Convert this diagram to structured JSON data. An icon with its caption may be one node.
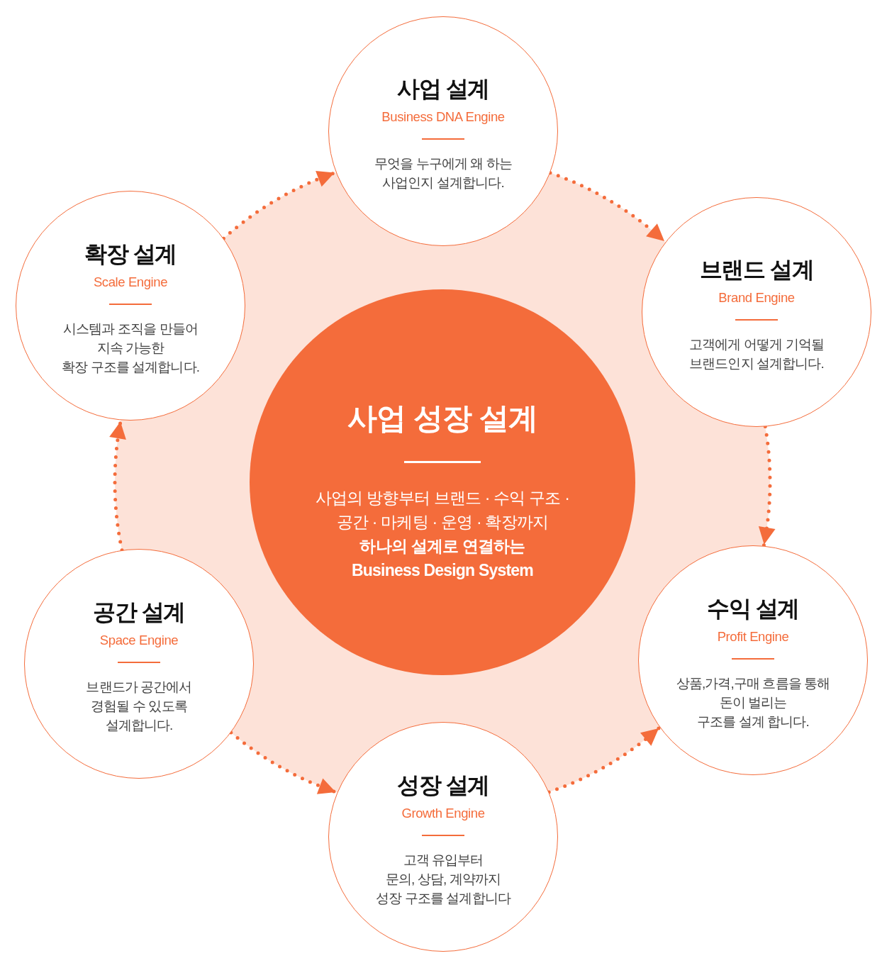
{
  "diagram": {
    "nodes": [
      {
        "text": [
          "사업 성장 설계",
          "사업의 방향부터 브랜드 · 수익 구조 · 공간 · 마케팅 · 운영 · 확장까지",
          "하나의 설계로 연결하는 Business Design System"
        ]
      },
      {
        "text": [
          "사업 설계",
          "Business DNA Engine",
          "무엇을 누구에게 왜 하는 사업인지 설계합니다."
        ]
      },
      {
        "text": [
          "브랜드 설계",
          "Brand Engine",
          "고객에게 어떻게 기억될 브랜드인지 설계합니다."
        ]
      },
      {
        "text": [
          "수익 설계",
          "Profit Engine",
          "상품,가격,구매 흐름을 통해 돈이 벌리는 구조를 설계 합니다."
        ]
      },
      {
        "text": [
          "성장 설계",
          "Growth Engine",
          "고객 유입부터 문의, 상담, 계약까지 성장 구조를 설계합니다"
        ]
      },
      {
        "text": [
          "공간 설계",
          "Space Engine",
          "브랜드가 공간에서 경험될 수 있도록 설계합니다."
        ]
      },
      {
        "text": [
          "확장 설계",
          "Scale Engine",
          "시스템과 조직을 만들어 지속 가능한 확장 구조를 설계합니다."
        ]
      }
    ],
    "edges": [
      {
        "from": 6,
        "to": 1,
        "arrow": "to",
        "style": "dashed"
      },
      {
        "from": 1,
        "to": 2,
        "arrow": "to",
        "style": "dashed"
      },
      {
        "from": 2,
        "to": 3,
        "arrow": "to",
        "style": "dashed"
      },
      {
        "from": 4,
        "to": 3,
        "arrow": "to",
        "style": "dashed"
      },
      {
        "from": 5,
        "to": 4,
        "arrow": "to",
        "style": "dashed"
      },
      {
        "from": 5,
        "to": 6,
        "arrow": "to",
        "style": "dashed"
      }
    ]
  }
}
